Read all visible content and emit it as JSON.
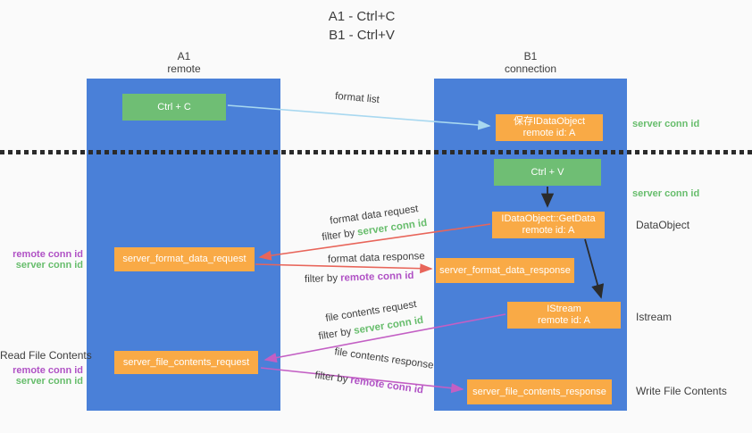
{
  "title": {
    "line1": "A1 - Ctrl+C",
    "line2": "B1 - Ctrl+V"
  },
  "columns": {
    "left": {
      "id": "A1",
      "subtitle": "remote"
    },
    "right": {
      "id": "B1",
      "subtitle": "connection"
    }
  },
  "nodes": {
    "ctrl_c": "Ctrl + C",
    "save_idataobject": {
      "line1": "保存IDataObject",
      "line2": "remote id: A"
    },
    "ctrl_v": "Ctrl + V",
    "getdata": {
      "line1": "IDataObject::GetData",
      "line2": "remote id: A"
    },
    "format_request": "server_format_data_request",
    "format_response": "server_format_data_response",
    "istream": {
      "line1": "IStream",
      "line2": "remote id: A"
    },
    "file_request": "server_file_contents_request",
    "file_response": "server_file_contents_response"
  },
  "labels": {
    "format_list": "format list",
    "format_data_request": "format data request",
    "format_data_response": "format data response",
    "file_contents_request": "file contents request",
    "file_contents_response": "file contents response",
    "filter_by": "filter by",
    "server_conn_id": "server conn id",
    "remote_conn_id": "remote conn id",
    "dataobject": "DataObject",
    "istream": "Istream",
    "read_file_contents": "Read File Contents",
    "write_file_contents": "Write File Contents"
  },
  "colors": {
    "bg": "#fafafa",
    "blue": "#4a80d8",
    "green": "#6fbe74",
    "orange": "#f9aa46",
    "arrow_blue": "#a8d8f0",
    "arrow_red": "#e8655a",
    "arrow_magenta": "#c35fc4",
    "text_dark": "#3d3d3d",
    "text_green": "#67bd6c",
    "text_purple": "#b052c5",
    "dot": "#2b2b2b"
  }
}
